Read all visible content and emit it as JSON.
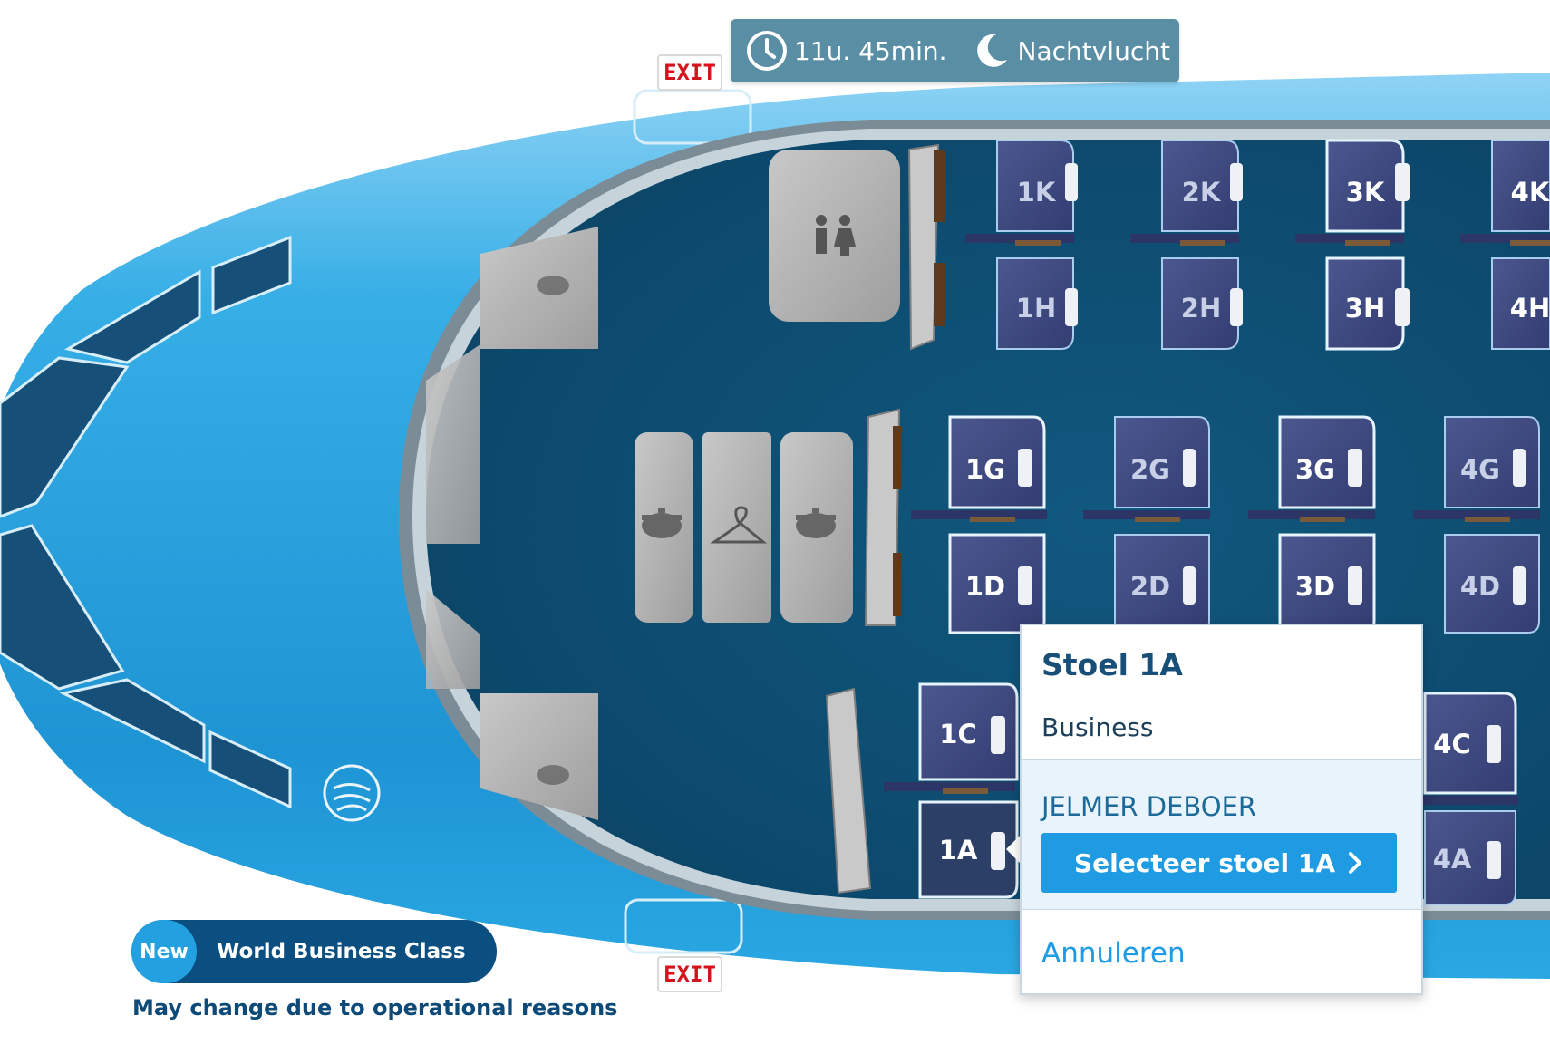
{
  "flight_info": {
    "duration": "11u. 45min.",
    "flight_type": "Nachtvlucht",
    "duration_icon": "clock-icon",
    "flight_type_icon": "moon-icon"
  },
  "exits": {
    "label": "EXIT"
  },
  "facilities": {
    "lavatory_icon": "lavatory-icon",
    "galley_icon": "cooking-pot-icon",
    "wardrobe_icon": "coat-hanger-icon"
  },
  "seats": {
    "1K": "1K",
    "2K": "2K",
    "3K": "3K",
    "4K": "4K",
    "1H": "1H",
    "2H": "2H",
    "3H": "3H",
    "4H": "4H",
    "1G": "1G",
    "2G": "2G",
    "3G": "3G",
    "4G": "4G",
    "1D": "1D",
    "2D": "2D",
    "3D": "3D",
    "4D": "4D",
    "1C": "1C",
    "4C": "4C",
    "1A": "1A",
    "4A": "4A"
  },
  "popup": {
    "title": "Stoel 1A",
    "cabin_class": "Business",
    "passenger_name": "JELMER DEBOER",
    "select_label": "Selecteer stoel 1A",
    "cancel_label": "Annuleren"
  },
  "badge": {
    "new_label": "New",
    "class_name": "World Business Class"
  },
  "disclaimer": "May change due to operational reasons",
  "colors": {
    "fuselage": "#2aa3e0",
    "cabin_floor": "#0e4f73",
    "seat": "#3f4a85",
    "accent_button": "#1e9be2",
    "exit_red": "#d6121c"
  }
}
